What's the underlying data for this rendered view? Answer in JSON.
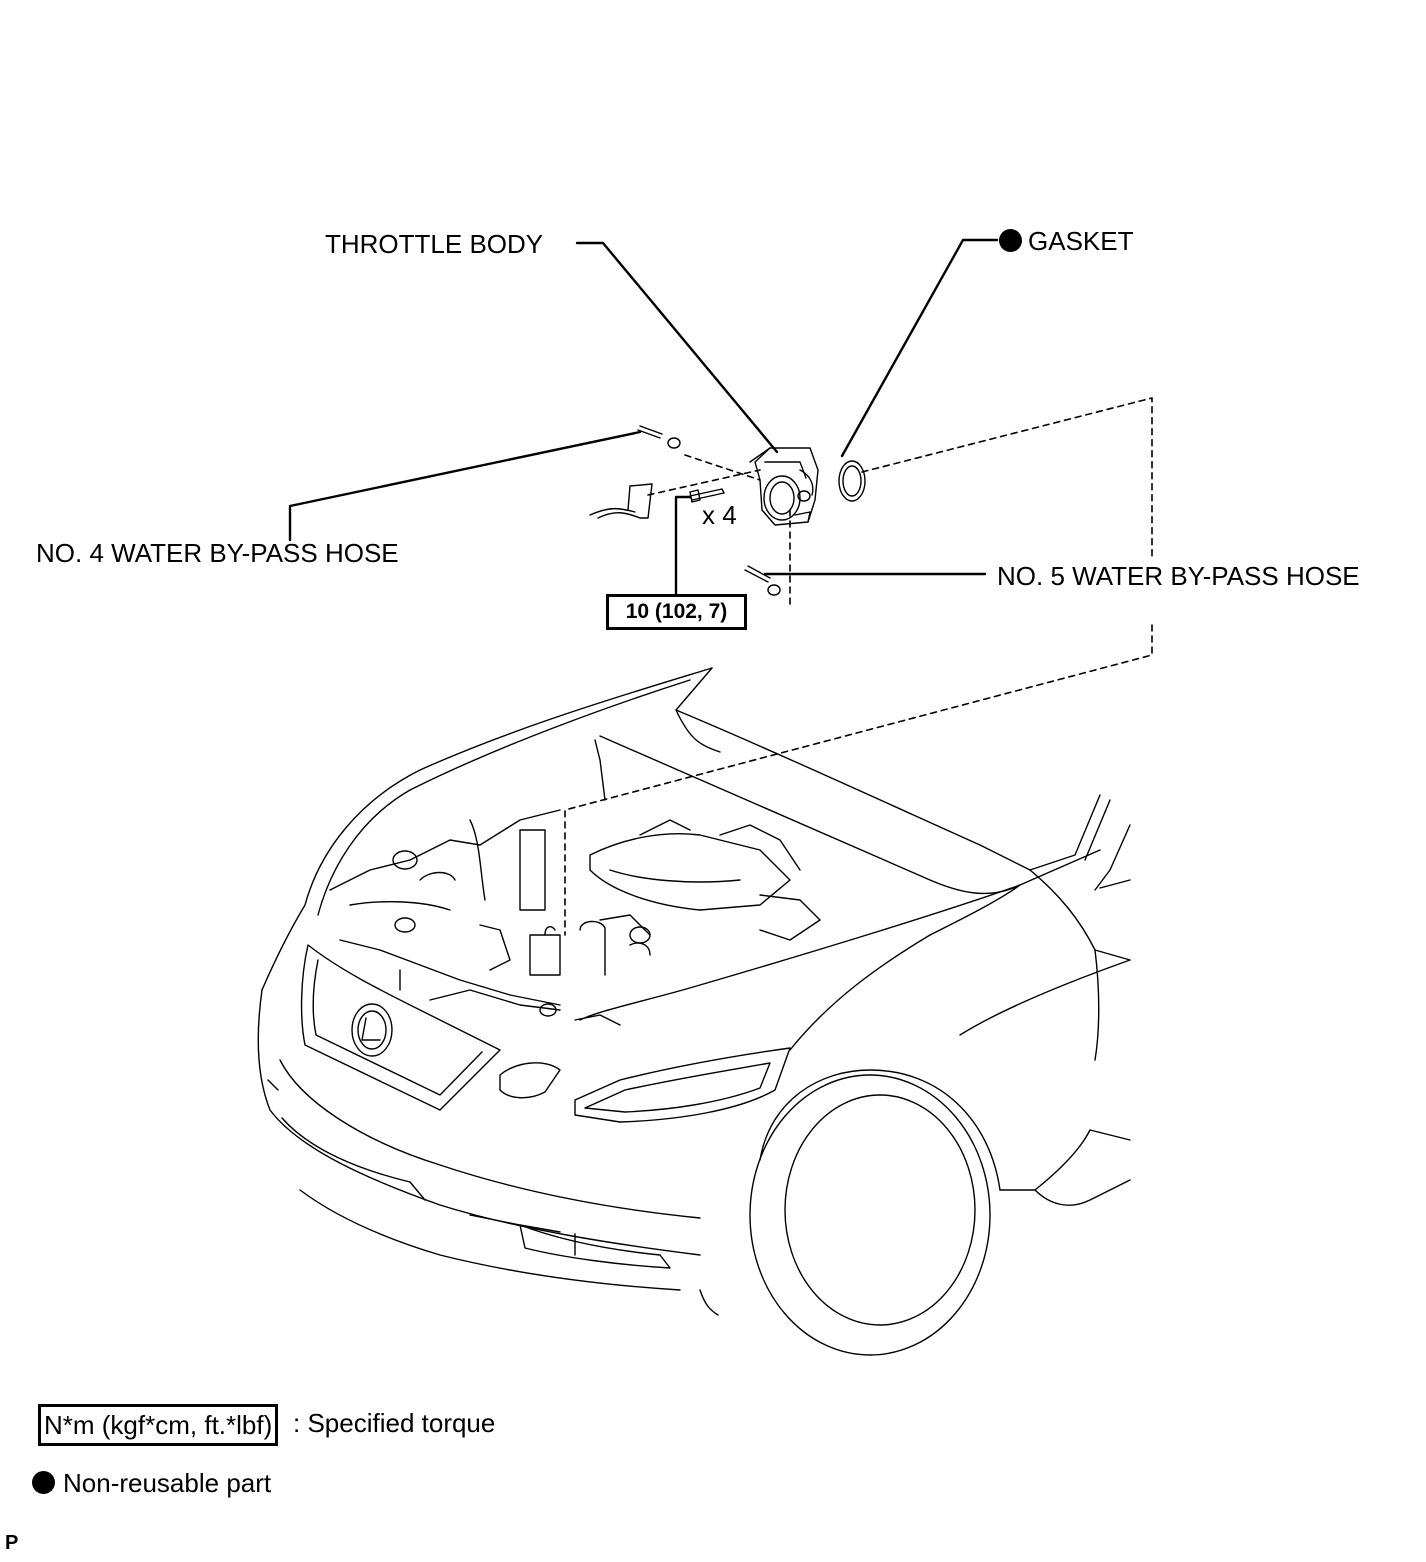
{
  "labels": {
    "throttle_body": "THROTTLE BODY",
    "gasket": "GASKET",
    "no4_hose": "NO. 4 WATER BY-PASS HOSE",
    "no5_hose": "NO. 5 WATER BY-PASS HOSE",
    "bolt_qty": "x 4"
  },
  "torque_spec": "10 (102, 7)",
  "legend": {
    "torque_unit": "N*m (kgf*cm, ft.*lbf)",
    "torque_desc": ": Specified torque",
    "non_reusable": "Non-reusable part"
  },
  "page_marker": "P",
  "icons": {
    "non_reusable_mark": "filled-circle-icon"
  }
}
